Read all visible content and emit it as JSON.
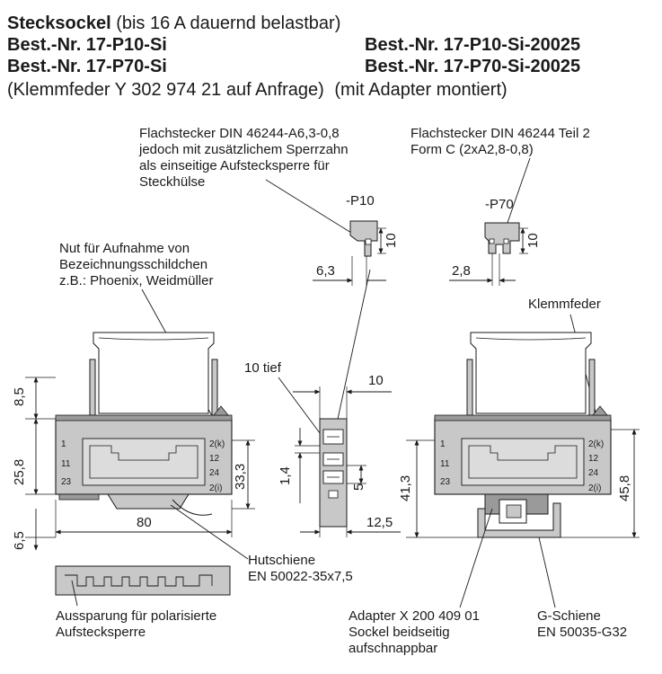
{
  "header": {
    "title_bold": "Stecksockel",
    "title_rest": " (bis 16 A dauernd belastbar)",
    "order_1_left": "Best.-Nr. 17-P10-Si",
    "order_1_right": "Best.-Nr. 17-P10-Si-20025",
    "order_2_left": "Best.-Nr. 17-P70-Si",
    "order_2_right": "Best.-Nr. 17-P70-Si-20025",
    "note_left": "(Klemmfeder Y 302 974 21 auf Anfrage)",
    "note_right": "(mit Adapter montiert)"
  },
  "callouts": {
    "flat_p10": [
      "Flachstecker DIN 46244-A6,3-0,8",
      "jedoch mit zusätzlichem Sperrzahn",
      "als einseitige Aufstecksperre für",
      "Steckhülse"
    ],
    "flat_p70": [
      "Flachstecker DIN 46244 Teil 2",
      "Form C (2xA2,8-0,8)"
    ],
    "slot": [
      "Nut für Aufnahme von",
      "Bezeichnungsschildchen",
      "z.B.: Phoenix, Weidmüller"
    ],
    "clamp_spring": "Klemmfeder",
    "depth": "10 tief",
    "hat_rail": [
      "Hutschiene",
      "EN 50022-35x7,5"
    ],
    "cutout": [
      "Aussparung für polarisierte",
      "Aufstecksperre"
    ],
    "adapter": [
      "Adapter X 200 409 01",
      "Sockel beidseitig",
      "aufschnappbar"
    ],
    "g_rail": [
      "G-Schiene",
      "EN 50035-G32"
    ]
  },
  "pins": {
    "p10": "-P10",
    "p70": "-P70",
    "p10_width": "6,3",
    "p10_height": "10",
    "p70_width": "2,8",
    "p70_height": "10"
  },
  "dimensions": {
    "d_8_5": "8,5",
    "d_25_8": "25,8",
    "d_6_5": "6,5",
    "d_33_3": "33,3",
    "d_80": "80",
    "d_10": "10",
    "d_1_4": "1,4",
    "d_5": "5",
    "d_12_5": "12,5",
    "d_41_3": "41,3",
    "d_45_8": "45,8"
  },
  "terminals": {
    "left": [
      "1",
      "11",
      "23"
    ],
    "right": [
      "2(k)",
      "12",
      "24",
      "2(i)"
    ]
  },
  "colors": {
    "body": "#c8c8c8",
    "body_dark": "#9a9a9a",
    "line": "#1a1a1a"
  }
}
